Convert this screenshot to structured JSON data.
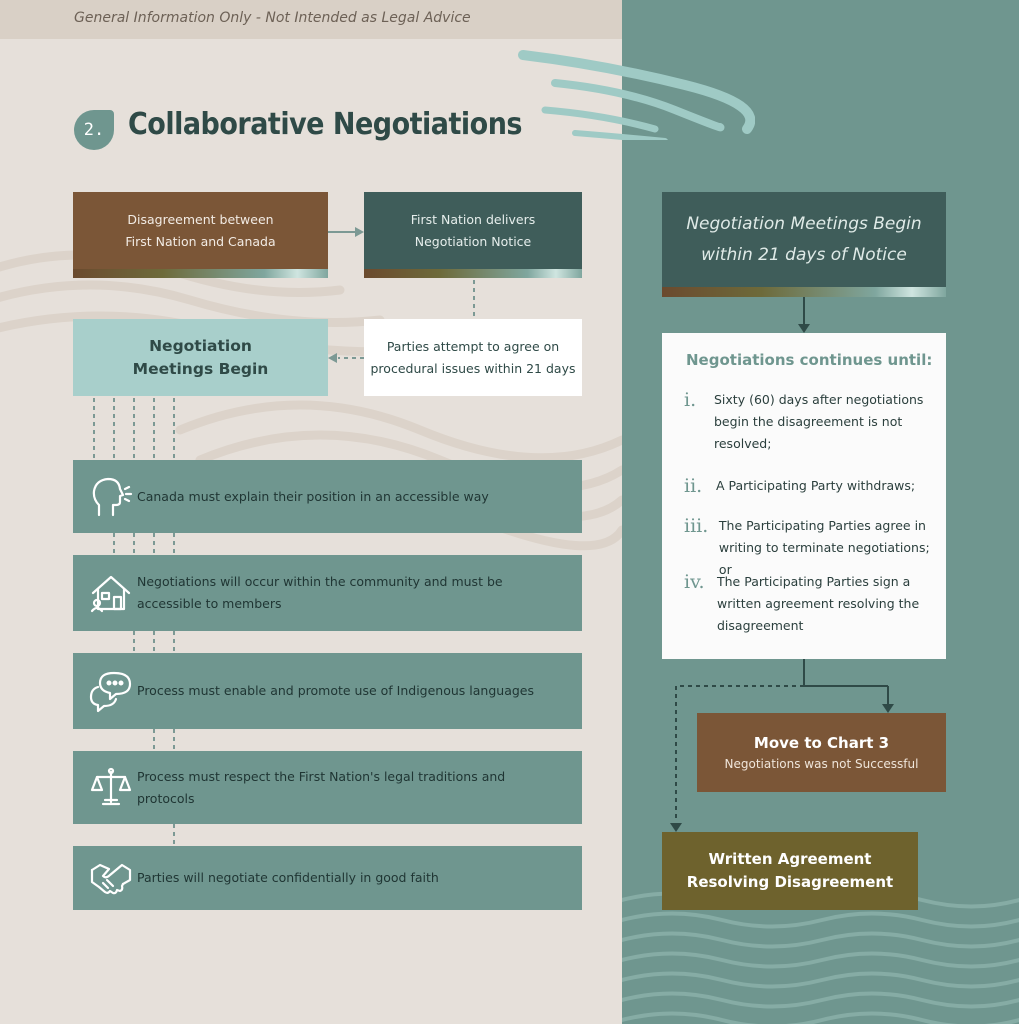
{
  "disclaimer": "General Information Only - Not Intended as Legal Advice",
  "section": {
    "number": "2.",
    "title": "Collaborative Negotiations"
  },
  "flow": {
    "disagreement": [
      "Disagreement between",
      "First Nation and Canada"
    ],
    "notice": [
      "First Nation delivers",
      "Negotiation Notice"
    ],
    "meetings_begin": [
      "Negotiation",
      "Meetings Begin"
    ],
    "procedural": [
      "Parties attempt to agree on",
      "procedural issues within 21 days"
    ]
  },
  "principles": [
    {
      "icon": "speaking-head-icon",
      "text": "Canada must explain their position in an accessible way"
    },
    {
      "icon": "community-house-icon",
      "text": "Negotiations will occur within the community and must be accessible to members"
    },
    {
      "icon": "speech-bubbles-icon",
      "text": "Process must enable and promote use of Indigenous languages"
    },
    {
      "icon": "scales-icon",
      "text": "Process must respect the First Nation's legal traditions and protocols"
    },
    {
      "icon": "handshake-icon",
      "text": "Parties will negotiate confidentially in good faith"
    }
  ],
  "right": {
    "meetings_notice": [
      "Negotiation Meetings Begin",
      "within 21 days of Notice"
    ],
    "continues_title": "Negotiations continues until:",
    "conditions": [
      {
        "numeral": "i.",
        "lines": [
          "Sixty (60) days after negotiations",
          "begin the disagreement is not",
          "resolved;"
        ]
      },
      {
        "numeral": "ii.",
        "lines": [
          "A Participating Party withdraws;"
        ]
      },
      {
        "numeral": "iii.",
        "lines": [
          "The Participating Parties agree in",
          "writing to terminate negotiations; or"
        ]
      },
      {
        "numeral": "iv.",
        "lines": [
          "The Participating Parties sign a",
          "written agreement resolving the",
          "disagreement"
        ]
      }
    ],
    "move": {
      "title": "Move to Chart 3",
      "subtitle": "Negotiations was not Successful"
    },
    "written": [
      "Written Agreement",
      "Resolving Disagreement"
    ]
  },
  "colors": {
    "teal": "#6f968f",
    "dark_teal": "#3f5d5a",
    "brown": "#7b5637",
    "light_teal": "#a8cfcb",
    "olive": "#6e622d",
    "beige": "#e6e0da"
  }
}
